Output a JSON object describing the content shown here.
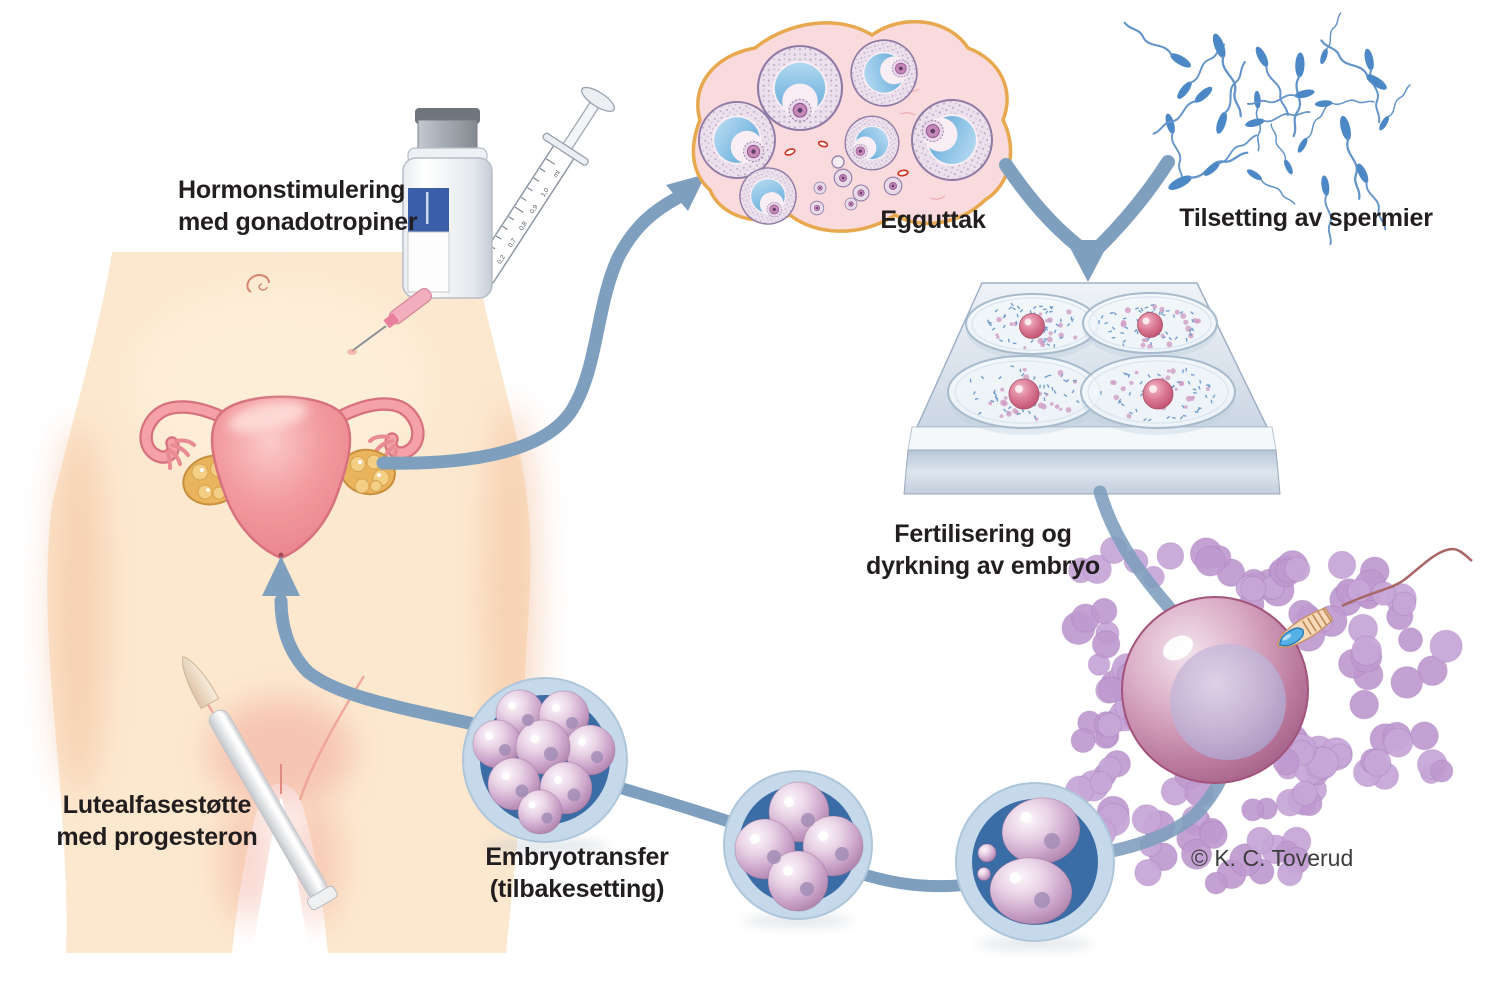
{
  "illustration": {
    "copyright": "© K. C. Toverud",
    "labels": {
      "hormone_stimulation": [
        "Hormonstimulering",
        "med gonadotropiner"
      ],
      "egg_retrieval": "Egguttak",
      "sperm_addition": "Tilsetting av spermier",
      "fertilization": [
        "Fertilisering og",
        "dyrkning av embryo"
      ],
      "embryo_transfer": [
        "Embryotransfer",
        "(tilbakesetting)"
      ],
      "luteal_support": [
        "Lutealfasestøtte",
        "med progesteron"
      ]
    },
    "syringe_scale": [
      "0,2",
      "0,7",
      "0,8",
      "0,9",
      "1,0",
      "ml"
    ],
    "colors": {
      "background": "#ffffff",
      "arrow_blue": "#7f9fbe",
      "skin": "#fce8cf",
      "uterus_pink": "#f08f96",
      "ovary_yellow": "#e9b55c",
      "sperm_blue": "#4a86c6",
      "cumulus_purple": "#c7a6d8",
      "embryo_ring_light": "#c6d9ea",
      "embryo_ring_dark": "#3a6da6",
      "label_text": "#221e1f"
    }
  }
}
